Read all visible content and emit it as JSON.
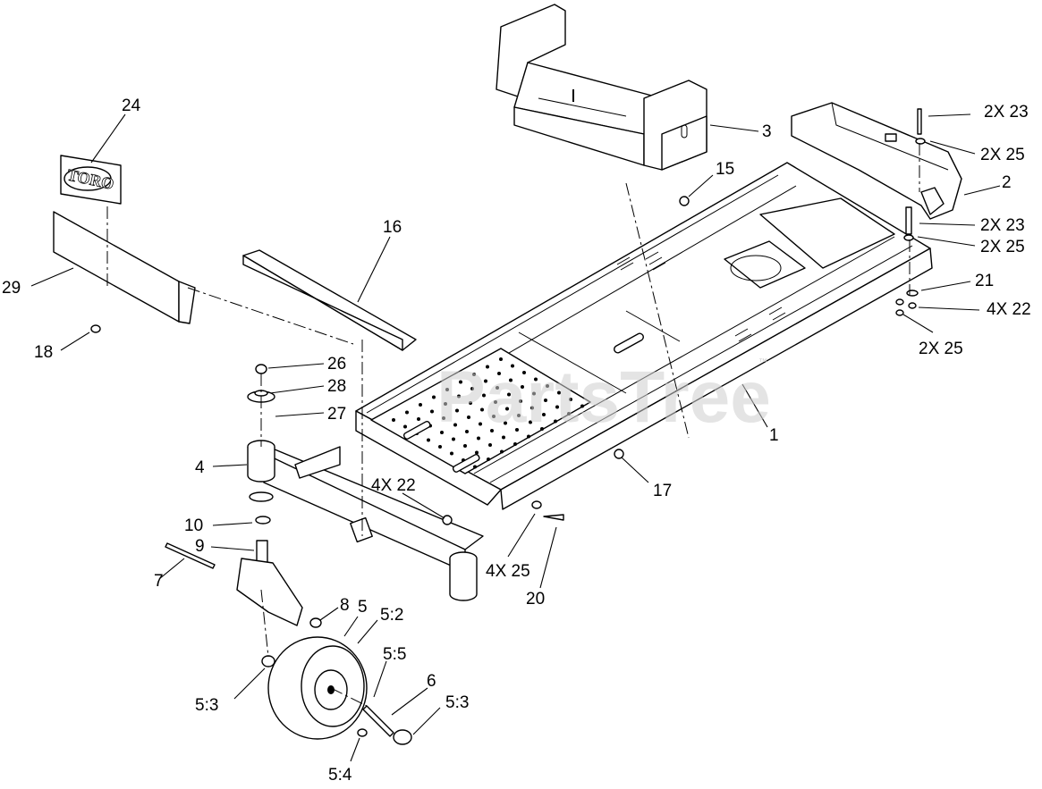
{
  "watermark": {
    "text": "PartsTree",
    "mark": "™"
  },
  "decal_brand": "TORO",
  "callouts": [
    {
      "id": "c24",
      "text": "24"
    },
    {
      "id": "c29",
      "text": "29"
    },
    {
      "id": "c18",
      "text": "18"
    },
    {
      "id": "c16",
      "text": "16"
    },
    {
      "id": "c3",
      "text": "3"
    },
    {
      "id": "c15",
      "text": "15"
    },
    {
      "id": "c2x23a",
      "text": "2X 23"
    },
    {
      "id": "c2x25a",
      "text": "2X 25"
    },
    {
      "id": "c2",
      "text": "2"
    },
    {
      "id": "c2x23b",
      "text": "2X 23"
    },
    {
      "id": "c2x25b",
      "text": "2X 25"
    },
    {
      "id": "c21",
      "text": "21"
    },
    {
      "id": "c4x22a",
      "text": "4X 22"
    },
    {
      "id": "c2x25c",
      "text": "2X 25"
    },
    {
      "id": "c26",
      "text": "26"
    },
    {
      "id": "c28",
      "text": "28"
    },
    {
      "id": "c27",
      "text": "27"
    },
    {
      "id": "c1",
      "text": "1"
    },
    {
      "id": "c4",
      "text": "4"
    },
    {
      "id": "c4x22b",
      "text": "4X 22"
    },
    {
      "id": "c17",
      "text": "17"
    },
    {
      "id": "c10",
      "text": "10"
    },
    {
      "id": "c9",
      "text": "9"
    },
    {
      "id": "c7",
      "text": "7"
    },
    {
      "id": "c4x25",
      "text": "4X 25"
    },
    {
      "id": "c20",
      "text": "20"
    },
    {
      "id": "c8",
      "text": "8"
    },
    {
      "id": "c5",
      "text": "5"
    },
    {
      "id": "c52",
      "text": "5:2"
    },
    {
      "id": "c55",
      "text": "5:5"
    },
    {
      "id": "c6",
      "text": "6"
    },
    {
      "id": "c53a",
      "text": "5:3"
    },
    {
      "id": "c53b",
      "text": "5:3"
    },
    {
      "id": "c54",
      "text": "5:4"
    }
  ]
}
